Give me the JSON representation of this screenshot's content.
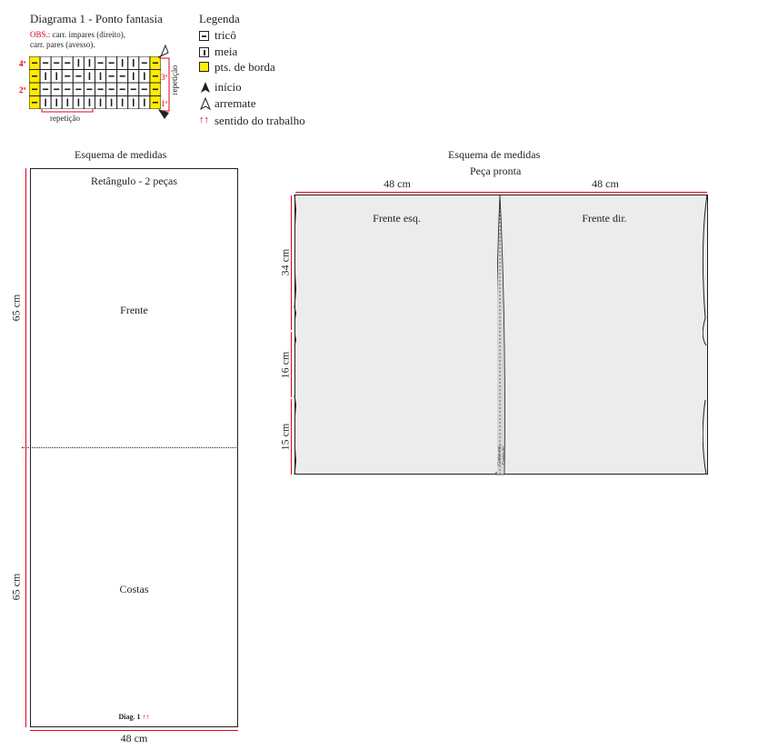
{
  "diagram": {
    "title": "Diagrama 1 - Ponto fantasia",
    "obs_label": "OBS.:",
    "obs_line1": " carr. impares (direito),",
    "obs_line2": "carr. pares (avesso).",
    "row_labels_left": [
      "4ª",
      "2ª"
    ],
    "row_labels_right": [
      "3ª",
      "1ª"
    ],
    "repeat_bottom": "repetição",
    "repeat_side": "repetição",
    "grid": [
      [
        "Y",
        "H",
        "H",
        "H",
        "V",
        "V",
        "H",
        "H",
        "V",
        "V",
        "H",
        "Y"
      ],
      [
        "Y",
        "V",
        "V",
        "H",
        "H",
        "V",
        "V",
        "H",
        "H",
        "V",
        "V",
        "Y"
      ],
      [
        "Y",
        "H",
        "H",
        "H",
        "H",
        "H",
        "H",
        "H",
        "H",
        "H",
        "H",
        "Y"
      ],
      [
        "Y",
        "V",
        "V",
        "V",
        "V",
        "V",
        "V",
        "V",
        "V",
        "V",
        "V",
        "Y"
      ]
    ],
    "colors": {
      "border_stitch": "#ffed00",
      "accent": "#e3001b",
      "line": "#231f20"
    }
  },
  "legend": {
    "title": "Legenda",
    "items": [
      {
        "symbol": "H",
        "label": "tricô"
      },
      {
        "symbol": "V",
        "label": "meia"
      },
      {
        "symbol": "Y",
        "label": "pts. de borda"
      }
    ],
    "start_label": "início",
    "end_label": "arremate",
    "direction_label": "sentido do trabalho",
    "direction_icon": "↑↑"
  },
  "schema_left": {
    "heading": "Esquema de medidas",
    "piece_title": "Retângulo - 2 peças",
    "front_label": "Frente",
    "back_label": "Costas",
    "height_top": "65 cm",
    "height_bottom": "65 cm",
    "width": "48 cm",
    "diag_note": "Diag. 1",
    "diag_arrows": "↑↑"
  },
  "schema_right": {
    "heading": "Esquema de medidas",
    "subheading": "Peça pronta",
    "width_left": "48 cm",
    "width_right": "48 cm",
    "left_label": "Frente esq.",
    "right_label": "Frente dir.",
    "seg_top": "34 cm",
    "seg_mid": "16 cm",
    "seg_bottom": "15 cm",
    "seam_label_1": "Costas esq.",
    "seam_label_2": "Costas dir."
  }
}
